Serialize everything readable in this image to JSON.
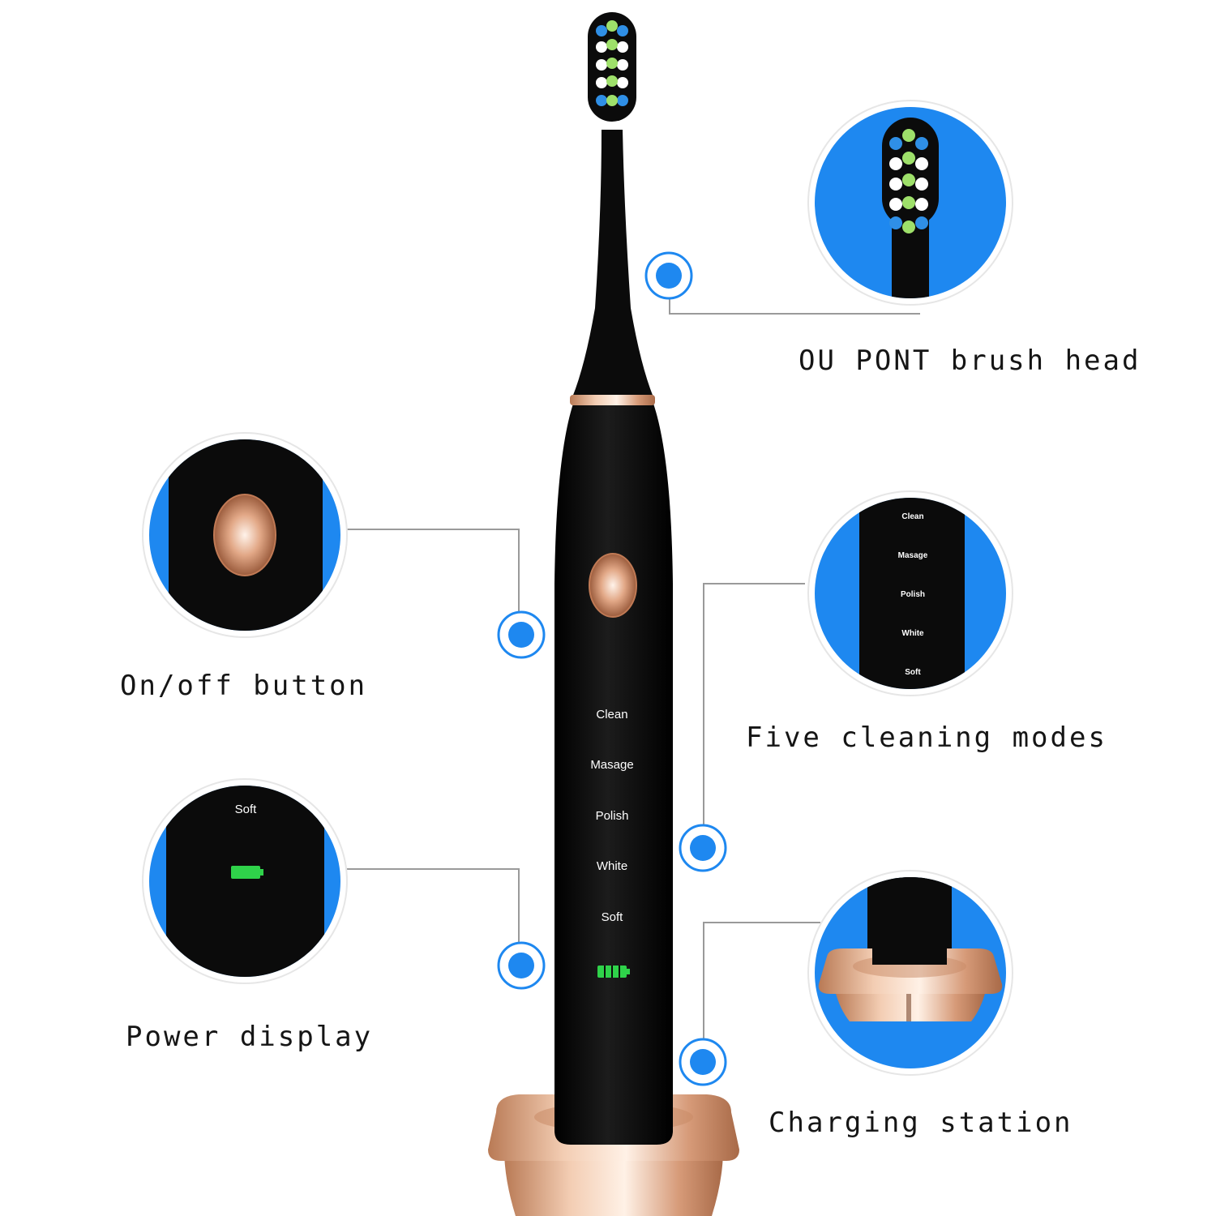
{
  "captions": {
    "brush_head": "OU PONT brush head",
    "on_off": "On/off button",
    "modes": "Five cleaning modes",
    "power": "Power display",
    "charging": "Charging station"
  },
  "modes": [
    "Clean",
    "Masage",
    "Polish",
    "White",
    "Soft"
  ],
  "power_callout_mode": "Soft",
  "colors": {
    "accent_blue": "#1e88f0",
    "handle_black": "#0b0b0b",
    "rose_gold": "#e8b89a",
    "bristle_green": "#9ee06a",
    "bristle_blue": "#2f8fe6",
    "battery_green": "#2fd24a"
  }
}
